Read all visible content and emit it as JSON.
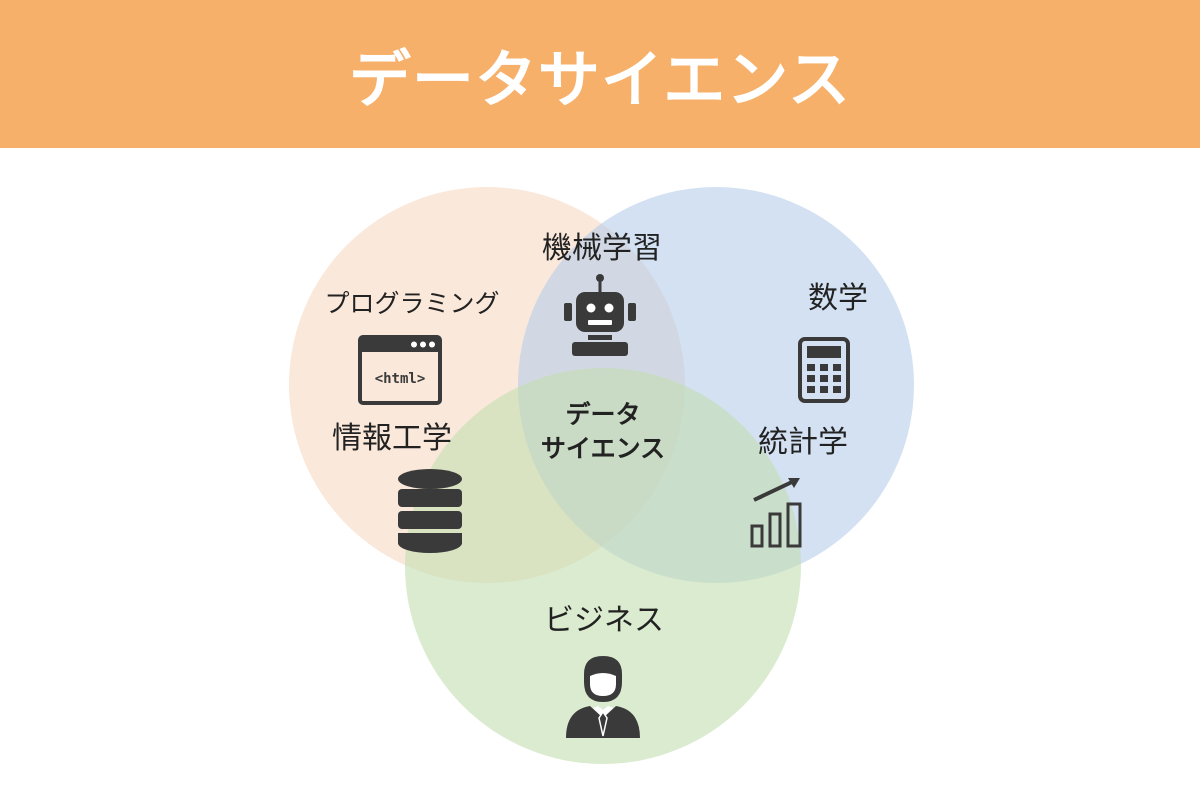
{
  "header": {
    "title": "データサイエンス"
  },
  "colors": {
    "banner": "#F6B06A",
    "circle_left": "#F7D9C2",
    "circle_right": "#B6CDE9",
    "circle_bottom": "#C3DDB1",
    "icon": "#3A3A3A"
  },
  "diagram": {
    "center_label_line1": "データ",
    "center_label_line2": "サイエンス",
    "labels": {
      "machine_learning": "機械学習",
      "programming": "プログラミング",
      "information_engineering": "情報工学",
      "mathematics": "数学",
      "statistics": "統計学",
      "business": "ビジネス"
    },
    "html_icon_text": "<html>",
    "icons": {
      "machine_learning": "robot-icon",
      "programming": "browser-window-icon",
      "information_engineering": "database-icon",
      "mathematics": "calculator-icon",
      "statistics": "bar-chart-growth-icon",
      "business": "businessman-icon"
    }
  }
}
